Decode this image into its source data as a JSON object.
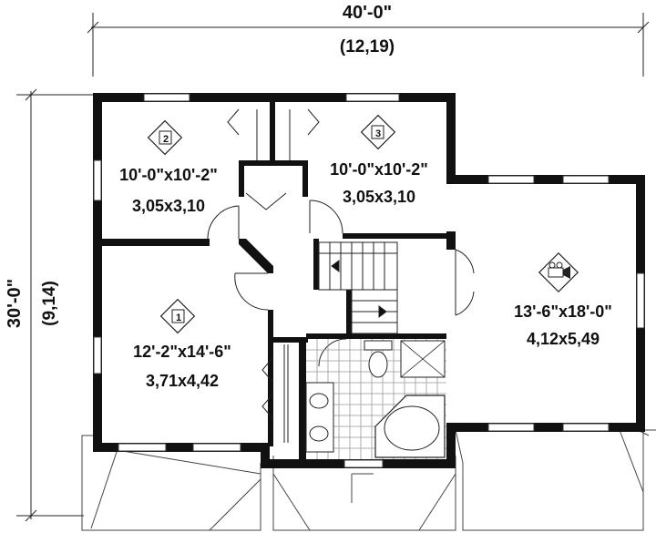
{
  "dimensions": {
    "width_imperial": "40'-0\"",
    "width_metric": "(12,19)",
    "depth_imperial": "30'-0\"",
    "depth_metric": "(9,14)"
  },
  "rooms": [
    {
      "id": "bedroom-2",
      "icon_number": "2",
      "size_imperial": "10'-0\"x10'-2\"",
      "size_metric": "3,05x3,10"
    },
    {
      "id": "bedroom-3",
      "icon_number": "3",
      "size_imperial": "10'-0\"x10'-2\"",
      "size_metric": "3,05x3,10"
    },
    {
      "id": "bedroom-1",
      "icon_number": "1",
      "size_imperial": "12'-2\"x14'-6\"",
      "size_metric": "3,71x4,42"
    },
    {
      "id": "family-room",
      "icon": "projector-icon",
      "size_imperial": "13'-6\"x18'-0\"",
      "size_metric": "4,12x5,49"
    }
  ]
}
